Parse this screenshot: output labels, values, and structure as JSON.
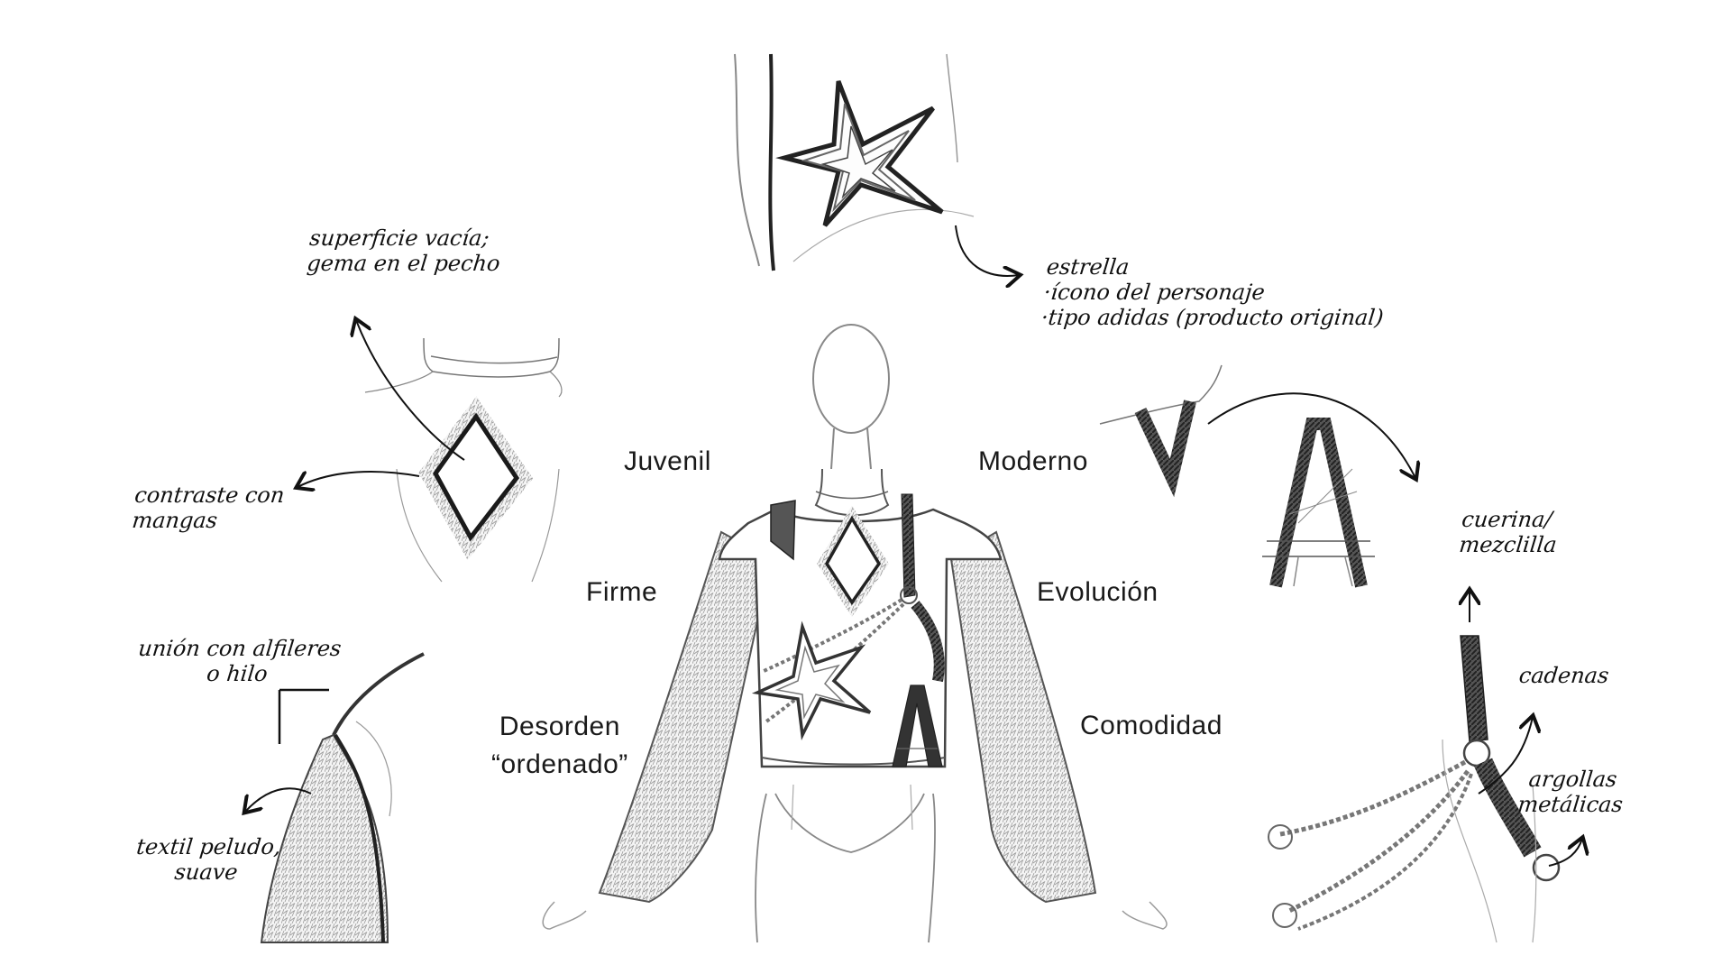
{
  "keywords": {
    "juvenil": "Juvenil",
    "firme": "Firme",
    "desorden": "Desorden\n“ordenado”",
    "moderno": "Moderno",
    "evolucion": "Evolución",
    "comodidad": "Comodidad"
  },
  "notes": {
    "superficie": "superficie vacía;\ngema en el pecho",
    "contraste": "contraste con\nmangas",
    "union": "unión con alfileres\no hilo",
    "textil": "textil peludo,\nsuave",
    "estrella": "estrella\n·ícono del personaje\n·tipo adidas (producto original)",
    "cuerina": "cuerina/\nmezclilla",
    "cadenas": "cadenas",
    "argollas": "argollas\nmetálicas"
  },
  "colors": {
    "ink": "#1a1a1a",
    "pencil": "#6f6f6f",
    "fur": "#9a9a9a",
    "background": "#ffffff"
  }
}
